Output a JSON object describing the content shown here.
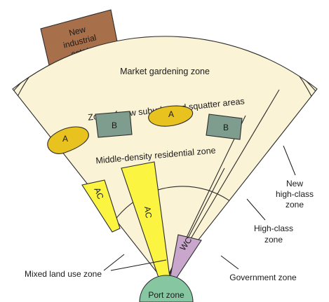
{
  "zones": {
    "industrial": "New\nindustrial\nestate",
    "market_gardening": "Market gardening zone",
    "suburbs": "Zone of new suburbs and squatter areas",
    "middle_density": "Middle-density residential zone",
    "port": "Port zone"
  },
  "patches": {
    "a_left": "A",
    "a_right": "A",
    "b_left": "B",
    "b_right": "B",
    "ac_left": "AC",
    "ac_center": "AC",
    "wc": "WC"
  },
  "callouts": {
    "new_high_class": "New\nhigh-class\nzone",
    "high_class": "High-class\nzone",
    "government": "Government zone",
    "mixed_land_use": "Mixed land use zone"
  },
  "colors": {
    "background": "#ffffff",
    "zone_fill": "#fbf3d6",
    "industrial": "#a8704a",
    "squatter": "#e8c21f",
    "suburb": "#7f9d8e",
    "commercial": "#fbf542",
    "wholesale": "#c9a6cc",
    "port": "#86c7a2"
  }
}
